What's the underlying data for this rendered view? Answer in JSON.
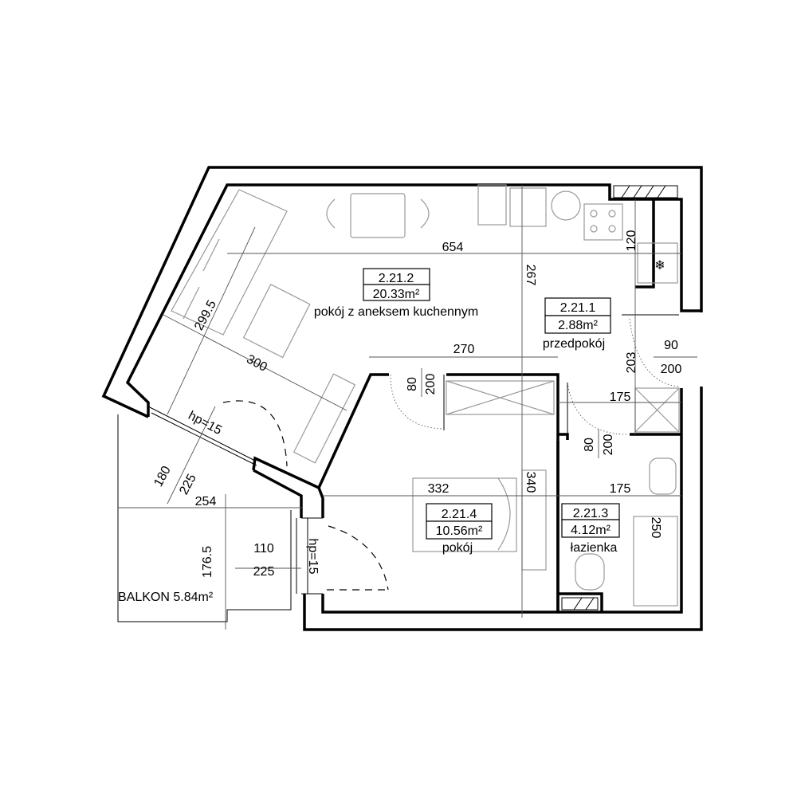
{
  "rooms": [
    {
      "number": "2.21.2",
      "area": "20.33m²",
      "name": "pokój z aneksem kuchennym"
    },
    {
      "number": "2.21.1",
      "area": "2.88m²",
      "name": "przedpokój"
    },
    {
      "number": "2.21.4",
      "area": "10.56m²",
      "name": "pokój"
    },
    {
      "number": "2.21.3",
      "area": "4.12m²",
      "name": "łazienka"
    }
  ],
  "balcony": {
    "label": "BALKON 5.84m²"
  },
  "dimensions": {
    "d654": "654",
    "d267": "267",
    "d120": "120",
    "d299_5": "299.5",
    "d300": "300",
    "d270": "270",
    "d203": "203",
    "d175a": "175",
    "d175b": "175",
    "d340": "340",
    "d332": "332",
    "d250": "250",
    "d254": "254",
    "d176_5": "176.5",
    "d180": "180",
    "d225a": "225"
  },
  "openings": {
    "entry_door": {
      "width": "90",
      "height": "200"
    },
    "door_room": {
      "width": "80",
      "height": "200"
    },
    "door_bath": {
      "width": "80",
      "height": "200"
    },
    "window_balcony": {
      "width": "110",
      "height": "225",
      "sill": "hp=15"
    },
    "window_living": {
      "sill": "hp=15"
    }
  }
}
